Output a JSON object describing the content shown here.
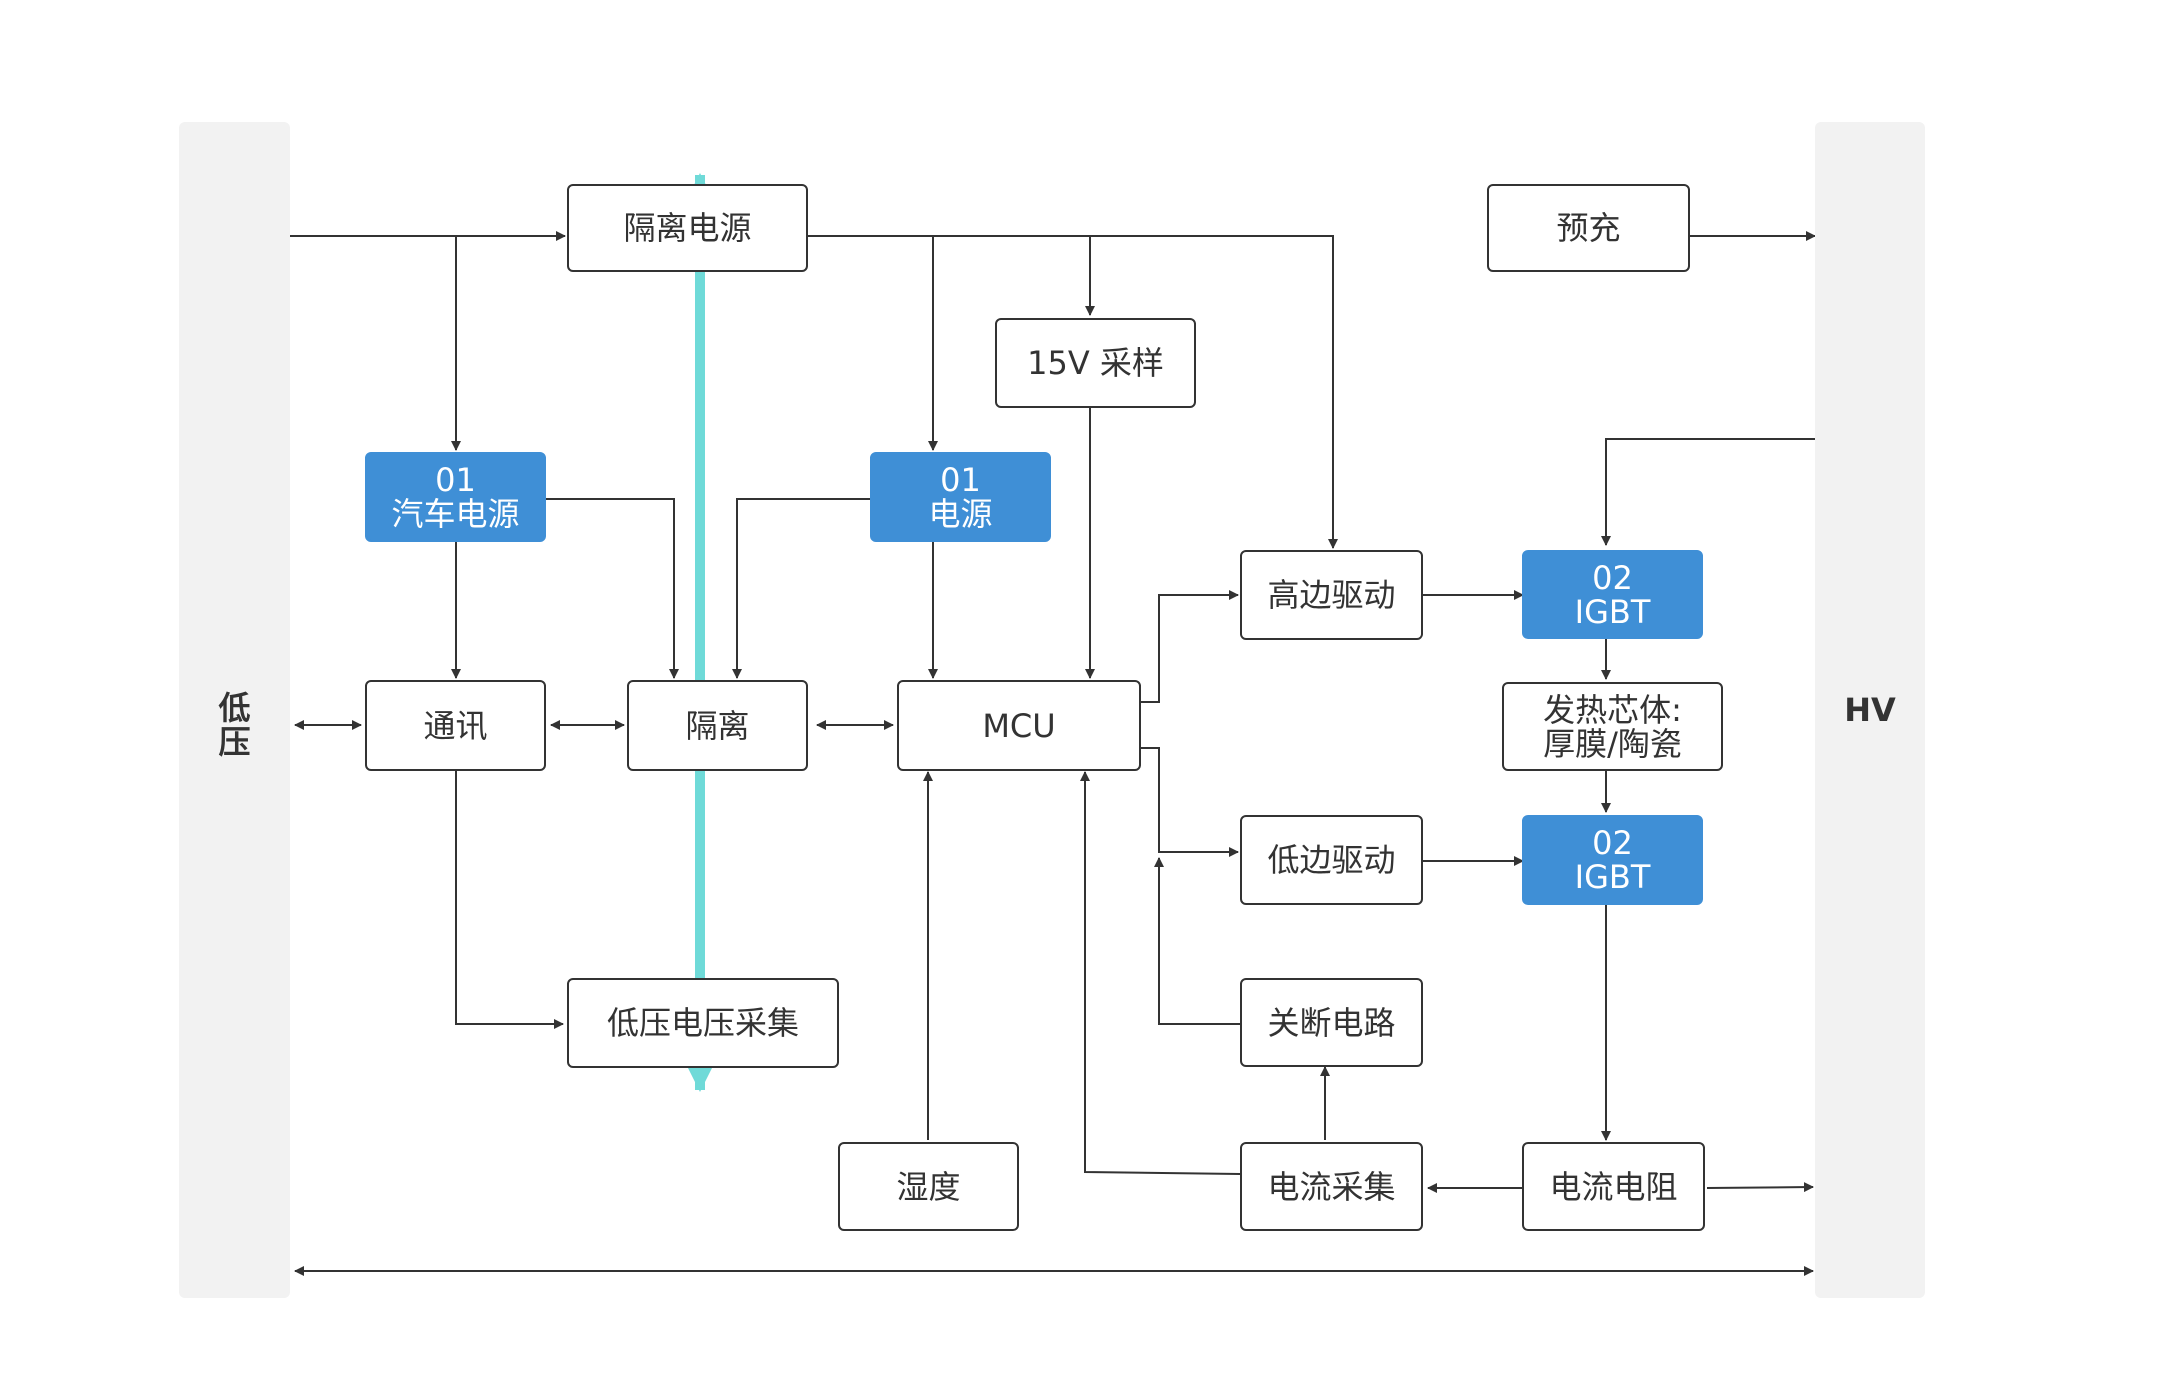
{
  "rails": {
    "low_voltage": "低\n压",
    "high_voltage": "HV"
  },
  "boxes": {
    "isolated_power": "隔离电源",
    "precharge": "预充",
    "sample_15v": "15V 采样",
    "car_power": [
      "01",
      "汽车电源"
    ],
    "power": [
      "01",
      "电源"
    ],
    "high_side_drive": "高边驱动",
    "igbt_top": [
      "02",
      "IGBT"
    ],
    "heating_core": [
      "发热芯体:",
      "厚膜/陶瓷"
    ],
    "comm": "通讯",
    "isolation": "隔离",
    "mcu": "MCU",
    "low_side_drive": "低边驱动",
    "igbt_bottom": [
      "02",
      "IGBT"
    ],
    "lv_sampling": "低压电压采集",
    "shutdown_circuit": "关断电路",
    "humidity": "湿度",
    "current_sampling": "电流采集",
    "current_resistor": "电流电阻"
  },
  "colors": {
    "line": "#333333",
    "highlight_box": "#3f8fd6",
    "isolation_barrier": "#6fdad8",
    "rail": "#f2f2f2"
  }
}
